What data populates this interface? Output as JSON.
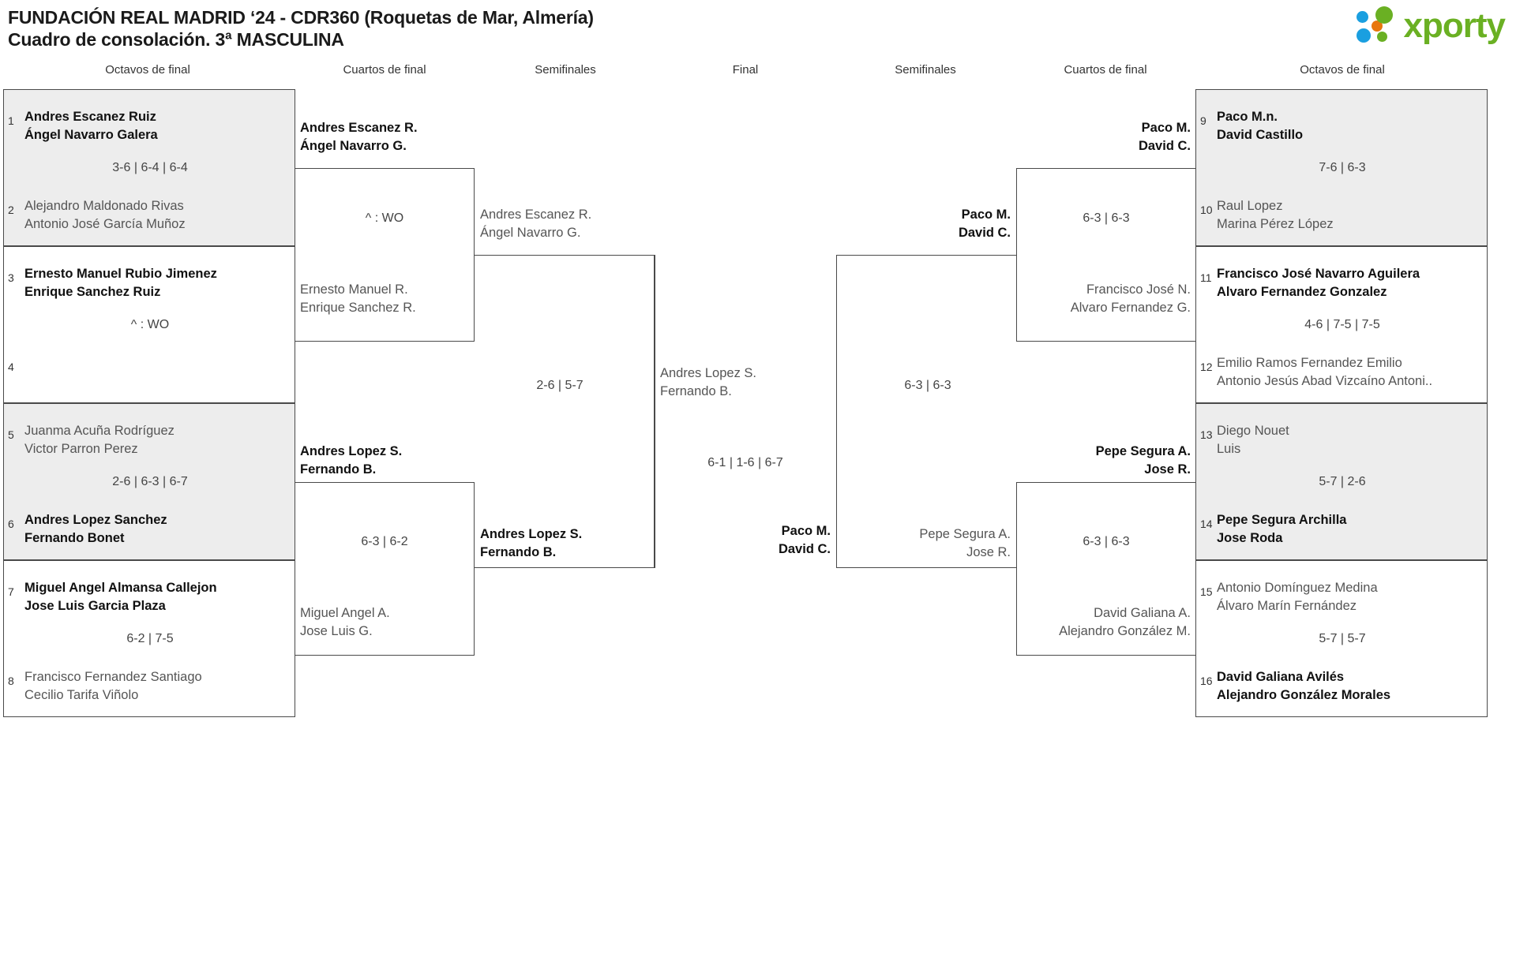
{
  "header": {
    "title_line1": "FUNDACIÓN REAL MADRID ‘24 - CDR360 (Roquetas de Mar, Almería)",
    "title_line2": "Cuadro de consolación. 3ª MASCULINA",
    "logo_text": "xporty",
    "logo_colors": {
      "green": "#6ab023",
      "orange": "#e8760c",
      "blue": "#1a9fe0"
    }
  },
  "round_labels": {
    "left_r16": "Octavos de final",
    "left_qf": "Cuartos de final",
    "left_sf": "Semifinales",
    "final": "Final",
    "right_sf": "Semifinales",
    "right_qf": "Cuartos de final",
    "right_r16": "Octavos de final"
  },
  "chart_data": {
    "type": "bracket",
    "title": "FUNDACIÓN REAL MADRID ‘24 - CDR360 (Roquetas de Mar, Almería) — Cuadro de consolación. 3ª MASCULINA",
    "rounds": [
      "Octavos de final",
      "Cuartos de final",
      "Semifinales",
      "Final"
    ]
  },
  "left": {
    "r16": [
      {
        "seed": "1",
        "p1": "Andres Escanez Ruiz",
        "p2": "Ángel Navarro Galera",
        "winner": true
      },
      {
        "seed": "2",
        "p1": "Alejandro Maldonado Rivas",
        "p2": "Antonio José García Muñoz",
        "winner": false
      },
      {
        "seed": "3",
        "p1": "Ernesto Manuel Rubio Jimenez",
        "p2": "Enrique Sanchez Ruiz",
        "winner": true
      },
      {
        "seed": "4",
        "p1": "",
        "p2": "",
        "winner": false
      },
      {
        "seed": "5",
        "p1": "Juanma Acuña Rodríguez",
        "p2": "Victor Parron Perez",
        "winner": false
      },
      {
        "seed": "6",
        "p1": "Andres Lopez Sanchez",
        "p2": "Fernando Bonet",
        "winner": true
      },
      {
        "seed": "7",
        "p1": "Miguel Angel Almansa Callejon",
        "p2": "Jose Luis Garcia Plaza",
        "winner": true
      },
      {
        "seed": "8",
        "p1": "Francisco Fernandez Santiago",
        "p2": "Cecilio Tarifa Viñolo",
        "winner": false
      }
    ],
    "r16_scores": [
      "3-6 | 6-4 | 6-4",
      "^ : WO",
      "2-6 | 6-3 | 6-7",
      "6-2 | 7-5"
    ],
    "qf": [
      {
        "p1": "Andres Escanez R.",
        "p2": "Ángel Navarro G.",
        "winner": true
      },
      {
        "p1": "Ernesto Manuel R.",
        "p2": "Enrique Sanchez R.",
        "winner": false
      },
      {
        "p1": "Andres Lopez S.",
        "p2": "Fernando B.",
        "winner": true
      },
      {
        "p1": "Miguel Angel A.",
        "p2": "Jose Luis G.",
        "winner": false
      }
    ],
    "qf_scores": [
      "^ : WO",
      "6-3 | 6-2"
    ],
    "sf": [
      {
        "p1": "Andres Escanez R.",
        "p2": "Ángel Navarro G.",
        "winner": false
      },
      {
        "p1": "Andres Lopez S.",
        "p2": "Fernando B.",
        "winner": true
      }
    ],
    "sf_scores": [
      "2-6 | 5-7"
    ],
    "finalist": {
      "p1": "Andres Lopez S.",
      "p2": "Fernando B.",
      "winner": false
    }
  },
  "final": {
    "score": "6-1 | 1-6 | 6-7"
  },
  "right": {
    "finalist": {
      "p1": "Paco M.",
      "p2": "David C.",
      "winner": true
    },
    "sf": [
      {
        "p1": "Paco M.",
        "p2": "David C.",
        "winner": true
      },
      {
        "p1": "Pepe Segura A.",
        "p2": "Jose R.",
        "winner": false
      }
    ],
    "sf_scores": [
      "6-3 | 6-3"
    ],
    "qf": [
      {
        "p1": "Paco M.",
        "p2": "David C.",
        "winner": true
      },
      {
        "p1": "Francisco José N.",
        "p2": "Alvaro Fernandez G.",
        "winner": false
      },
      {
        "p1": "Pepe Segura A.",
        "p2": "Jose R.",
        "winner": true
      },
      {
        "p1": "David Galiana A.",
        "p2": "Alejandro González M.",
        "winner": false
      }
    ],
    "qf_scores": [
      "6-3 | 6-3",
      "6-3 | 6-3"
    ],
    "r16": [
      {
        "seed": "9",
        "p1": "Paco M.n.",
        "p2": "David Castillo",
        "winner": true
      },
      {
        "seed": "10",
        "p1": "Raul Lopez",
        "p2": "Marina Pérez López",
        "winner": false
      },
      {
        "seed": "11",
        "p1": "Francisco José Navarro Aguilera",
        "p2": "Alvaro Fernandez Gonzalez",
        "winner": true
      },
      {
        "seed": "12",
        "p1": "Emilio Ramos Fernandez Emilio",
        "p2": "Antonio Jesús Abad Vizcaíno Antoni..",
        "winner": false
      },
      {
        "seed": "13",
        "p1": "Diego Nouet",
        "p2": "Luis",
        "winner": false
      },
      {
        "seed": "14",
        "p1": "Pepe Segura Archilla",
        "p2": "Jose Roda",
        "winner": true
      },
      {
        "seed": "15",
        "p1": "Antonio Domínguez Medina",
        "p2": "Álvaro Marín Fernández",
        "winner": false
      },
      {
        "seed": "16",
        "p1": "David Galiana Avilés",
        "p2": "Alejandro González Morales",
        "winner": true
      }
    ],
    "r16_scores": [
      "7-6 | 6-3",
      "4-6 | 7-5 | 7-5",
      "5-7 | 2-6",
      "5-7 | 5-7"
    ]
  }
}
